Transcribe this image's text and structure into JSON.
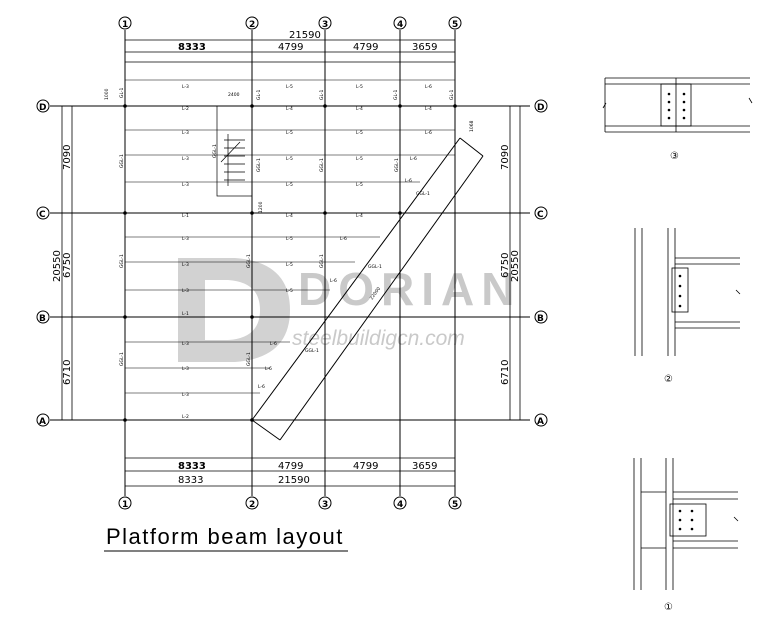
{
  "drawing": {
    "title": "Platform beam layout",
    "watermark": {
      "brand": "DORIAN",
      "site": "steelbuildigcn.com"
    },
    "grid_numbers": [
      "1",
      "2",
      "3",
      "4",
      "5"
    ],
    "grid_letters": [
      "D",
      "C",
      "B",
      "A"
    ],
    "dims_top": {
      "total": "21590",
      "spans": [
        "8333",
        "4799",
        "4799",
        "3659"
      ]
    },
    "dims_bottom": {
      "total": "21590",
      "spans": [
        "8333",
        "4799",
        "4799",
        "3659"
      ]
    },
    "dims_left": {
      "total": "20550",
      "spans": [
        "7090",
        "6750",
        "6710"
      ]
    },
    "dims_right": {
      "total": "20550",
      "spans": [
        "7090",
        "6750",
        "6710"
      ]
    },
    "small_dims": {
      "top_left": "1000",
      "stair_width": "2400",
      "stair_landing": "1200",
      "corner": "1068",
      "diagonal": "22000"
    },
    "beam_labels": {
      "l2": "L-2",
      "l3": "L-3",
      "l4": "L-4",
      "l5": "L-5",
      "l6": "L-6",
      "l1": "L-1",
      "gl1": "GL-1",
      "ggl1": "GGL-1",
      "gd": "GGL-1"
    }
  },
  "details": {
    "d3": "③",
    "d2": "②",
    "d1": "①"
  }
}
